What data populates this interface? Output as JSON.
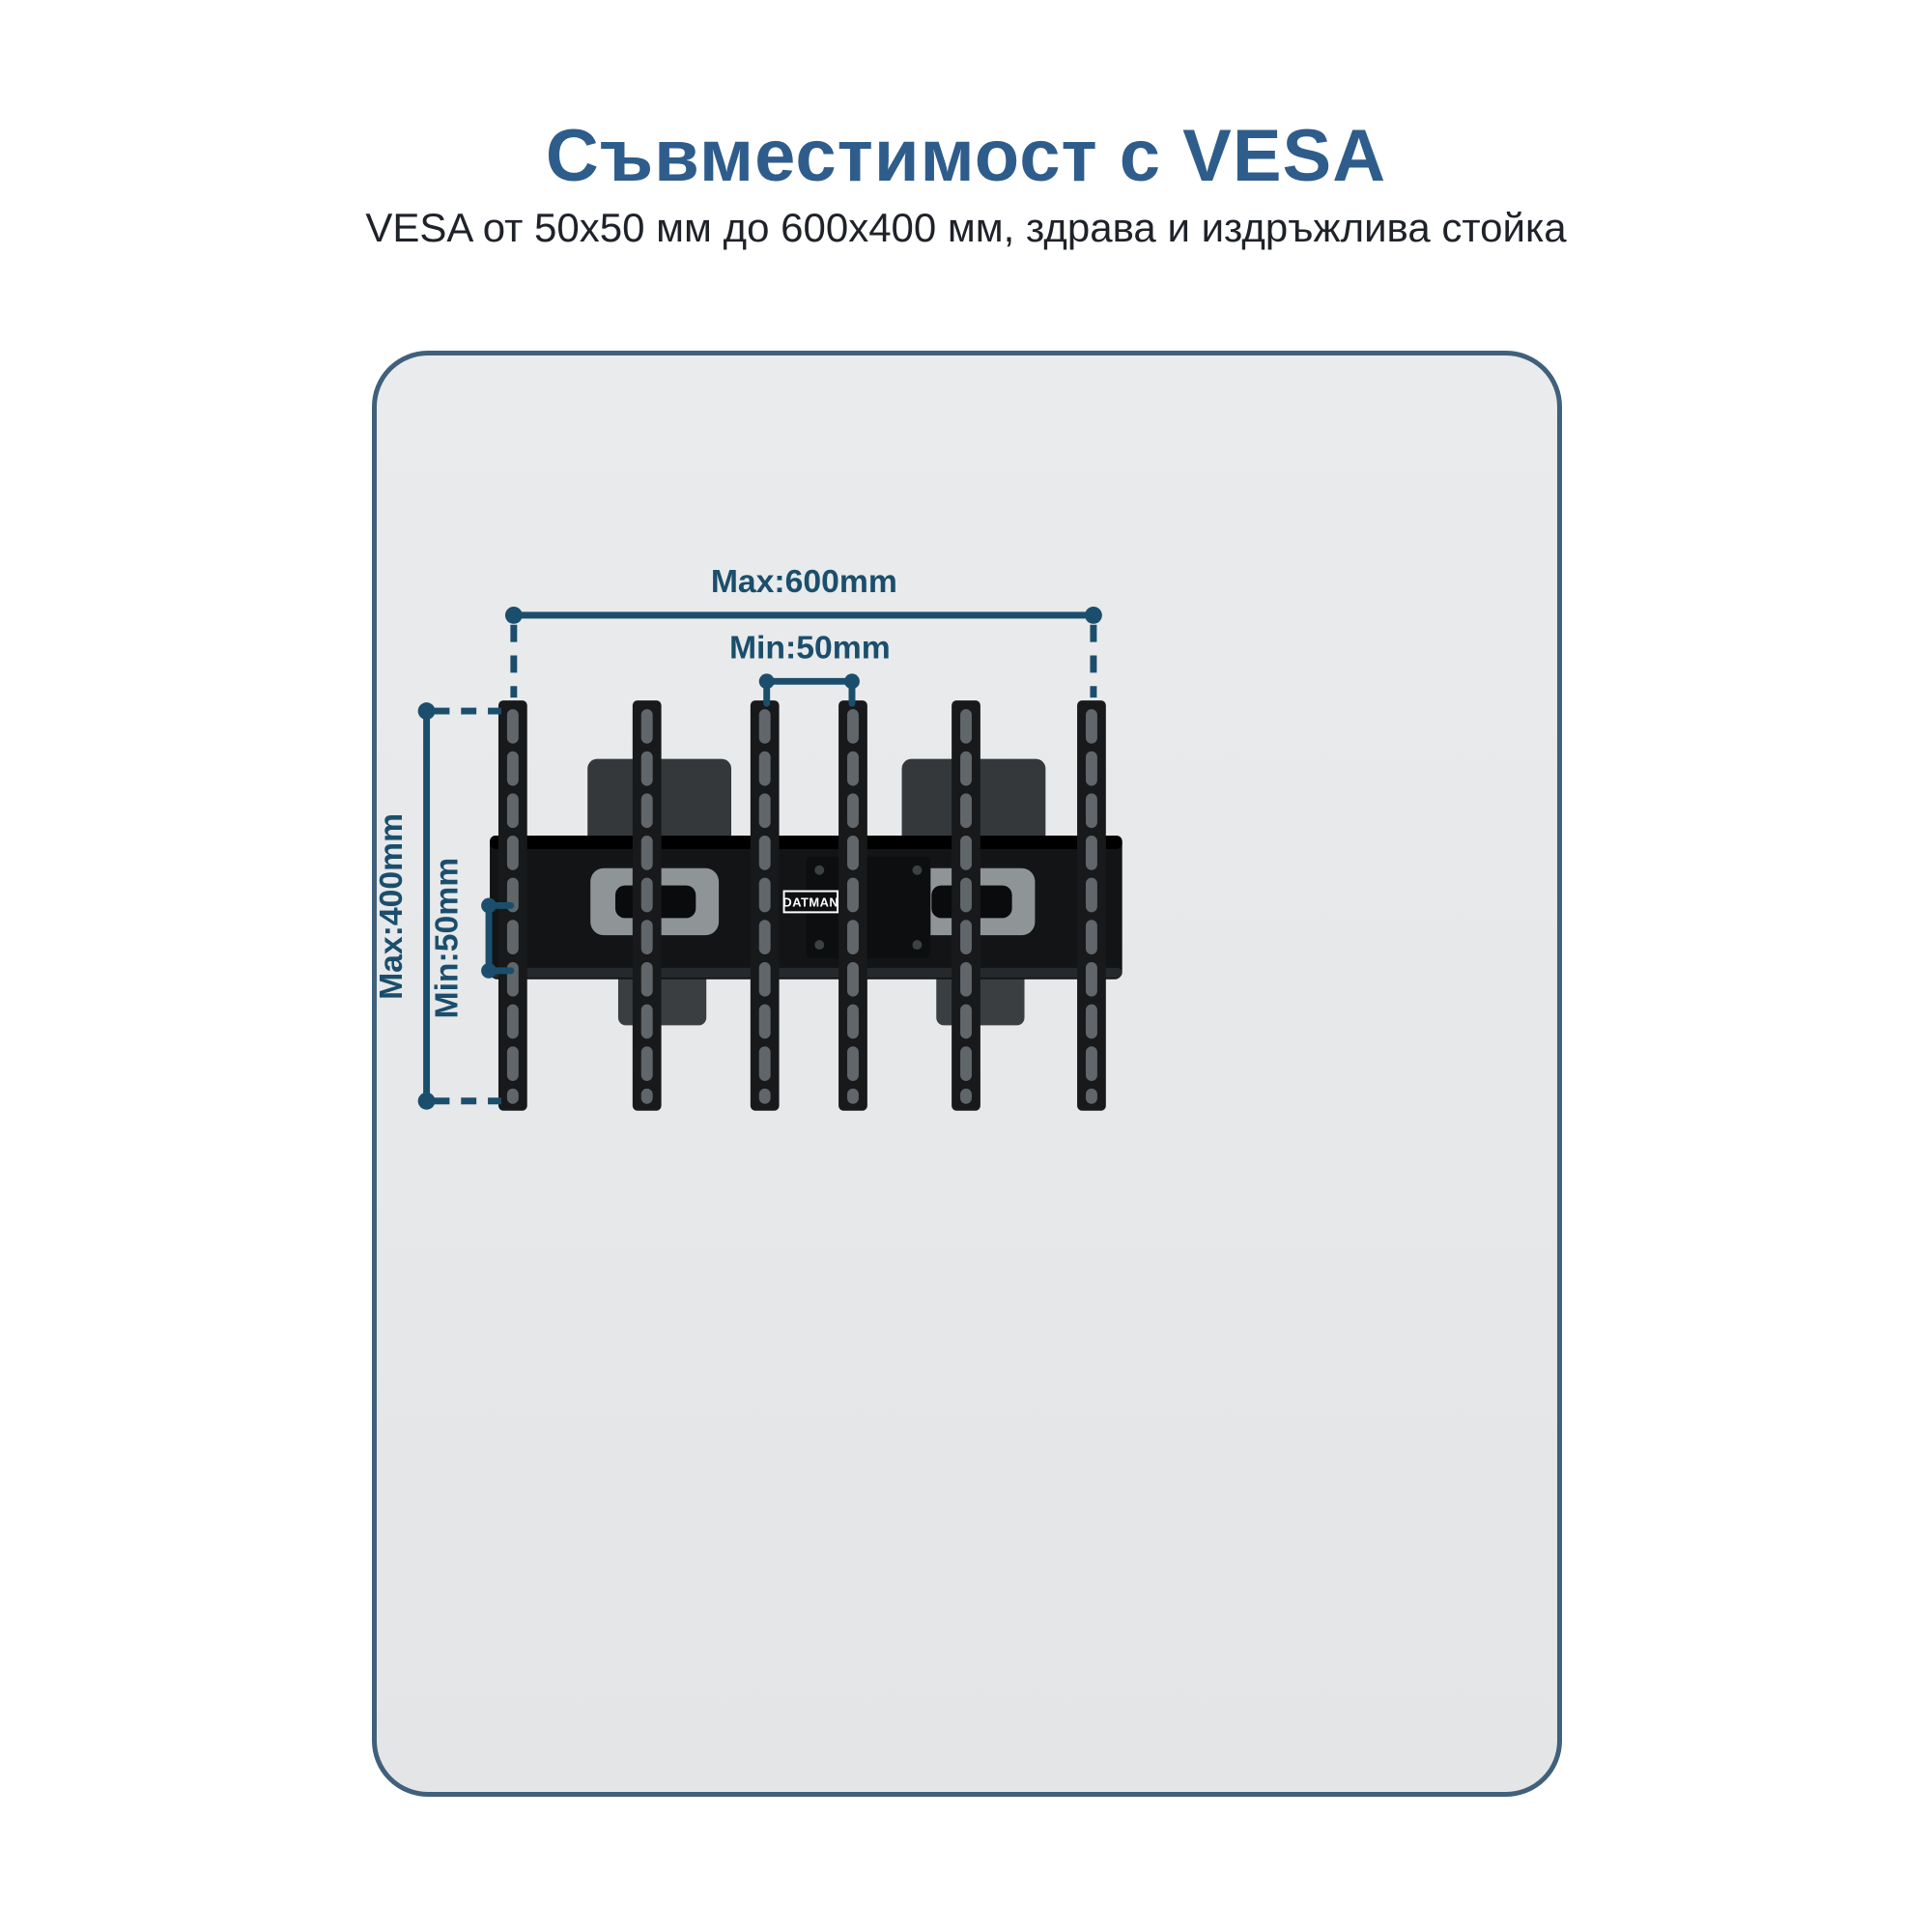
{
  "page": {
    "title": "Съвместимост с VESA",
    "subtitle": "VESA от 50x50 мм до 600x400 мм, здрава и издръжлива стойка"
  },
  "diagram": {
    "dim_max_width_label": "Max:600mm",
    "dim_min_width_label": "Min:50mm",
    "dim_max_height_label": "Max:400mm",
    "dim_min_height_label": "Min:50mm",
    "brand_label": "DATMAN"
  },
  "colors": {
    "title": "#2e5d8c",
    "dimension": "#1b4e6c",
    "panel_border": "#40607c",
    "panel_background": "#e6e8ea",
    "mount_black": "#121416"
  }
}
